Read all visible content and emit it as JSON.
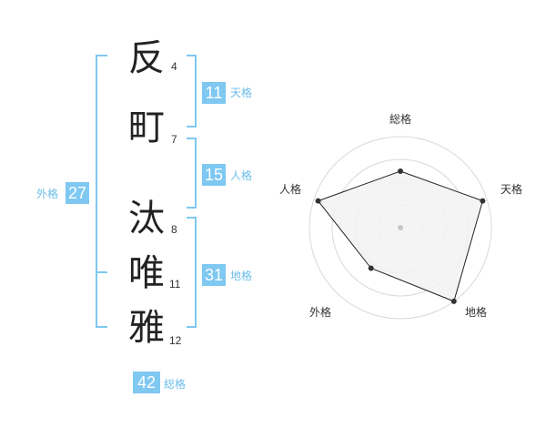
{
  "name": {
    "chars": [
      {
        "char": "反",
        "strokes": "4"
      },
      {
        "char": "町",
        "strokes": "7"
      },
      {
        "char": "汰",
        "strokes": "8"
      },
      {
        "char": "唯",
        "strokes": "11"
      },
      {
        "char": "雅",
        "strokes": "12"
      }
    ]
  },
  "fortune": {
    "tenkaku": {
      "value": "11",
      "label": "天格"
    },
    "jinkaku": {
      "value": "15",
      "label": "人格"
    },
    "chikaku": {
      "value": "31",
      "label": "地格"
    },
    "gaikaku": {
      "value": "27",
      "label": "外格"
    },
    "soukaku": {
      "value": "42",
      "label": "総格"
    }
  },
  "radar": {
    "axes": [
      "総格",
      "天格",
      "地格",
      "外格",
      "人格"
    ],
    "values": [
      0.62,
      0.95,
      1.0,
      0.55,
      0.95
    ],
    "colors": {
      "fill": "#f2f2f2",
      "stroke": "#222222",
      "grid": "#d9d9d9",
      "point": "#333333",
      "center": "#c8c8c8"
    }
  },
  "colors": {
    "accent": "#7ec8f2",
    "label": "#6dbde9"
  }
}
